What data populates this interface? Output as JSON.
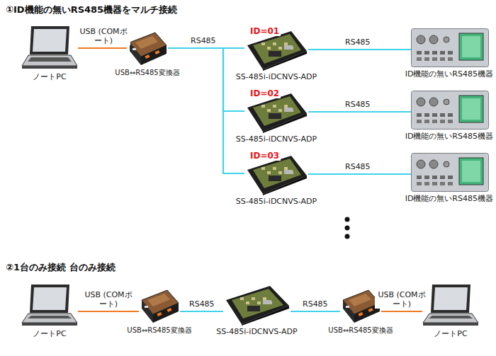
{
  "diagram": {
    "title": "①ID機能の無いRS485機器をマルチ接続",
    "nodes": [
      {
        "text": [
          "ノートPC"
        ]
      },
      {
        "text": [
          "USB⇔RS485変換器"
        ]
      },
      {
        "text": [
          "ID=01",
          "SS-485i-iDCNVS-ADP"
        ]
      },
      {
        "text": [
          "ID機能の無いRS485機器"
        ]
      },
      {
        "text": [
          "ID=02",
          "SS-485i-iDCNVS-ADP"
        ]
      },
      {
        "text": [
          "ID機能の無いRS485機器"
        ]
      },
      {
        "text": [
          "ID=03",
          "SS-485i-iDCNVS-ADP"
        ]
      },
      {
        "text": [
          "ID機能の無いRS485機器"
        ]
      },
      {
        "text": [
          "ノートPC"
        ]
      },
      {
        "text": [
          "USB⇔RS485変換器"
        ]
      },
      {
        "text": [
          "SS-485i-iDCNVS-ADP"
        ]
      },
      {
        "text": [
          "USB⇔RS485変換器"
        ]
      },
      {
        "text": [
          "ノートPC"
        ]
      }
    ],
    "edges": [
      {
        "from": 0,
        "to": 1,
        "arrow": "none",
        "label": "USB (COMポート)"
      },
      {
        "from": 1,
        "to": 2,
        "arrow": "none",
        "label": "RS485"
      },
      {
        "from": 1,
        "to": 4,
        "arrow": "none"
      },
      {
        "from": 1,
        "to": 6,
        "arrow": "none"
      },
      {
        "from": 2,
        "to": 3,
        "arrow": "none",
        "label": "RS485"
      },
      {
        "from": 4,
        "to": 5,
        "arrow": "none",
        "label": "RS485"
      },
      {
        "from": 6,
        "to": 7,
        "arrow": "none",
        "label": "RS485"
      },
      {
        "from": 8,
        "to": 9,
        "arrow": "none",
        "label": "USB (COMポート)"
      },
      {
        "from": 9,
        "to": 10,
        "arrow": "none",
        "label": "RS485"
      },
      {
        "from": 10,
        "to": 11,
        "arrow": "none",
        "label": "RS485"
      },
      {
        "from": 11,
        "to": 12,
        "arrow": "none",
        "label": "USB (COMポート)"
      }
    ],
    "labels": [
      "②1台のみ接続 台のみ接続"
    ]
  }
}
